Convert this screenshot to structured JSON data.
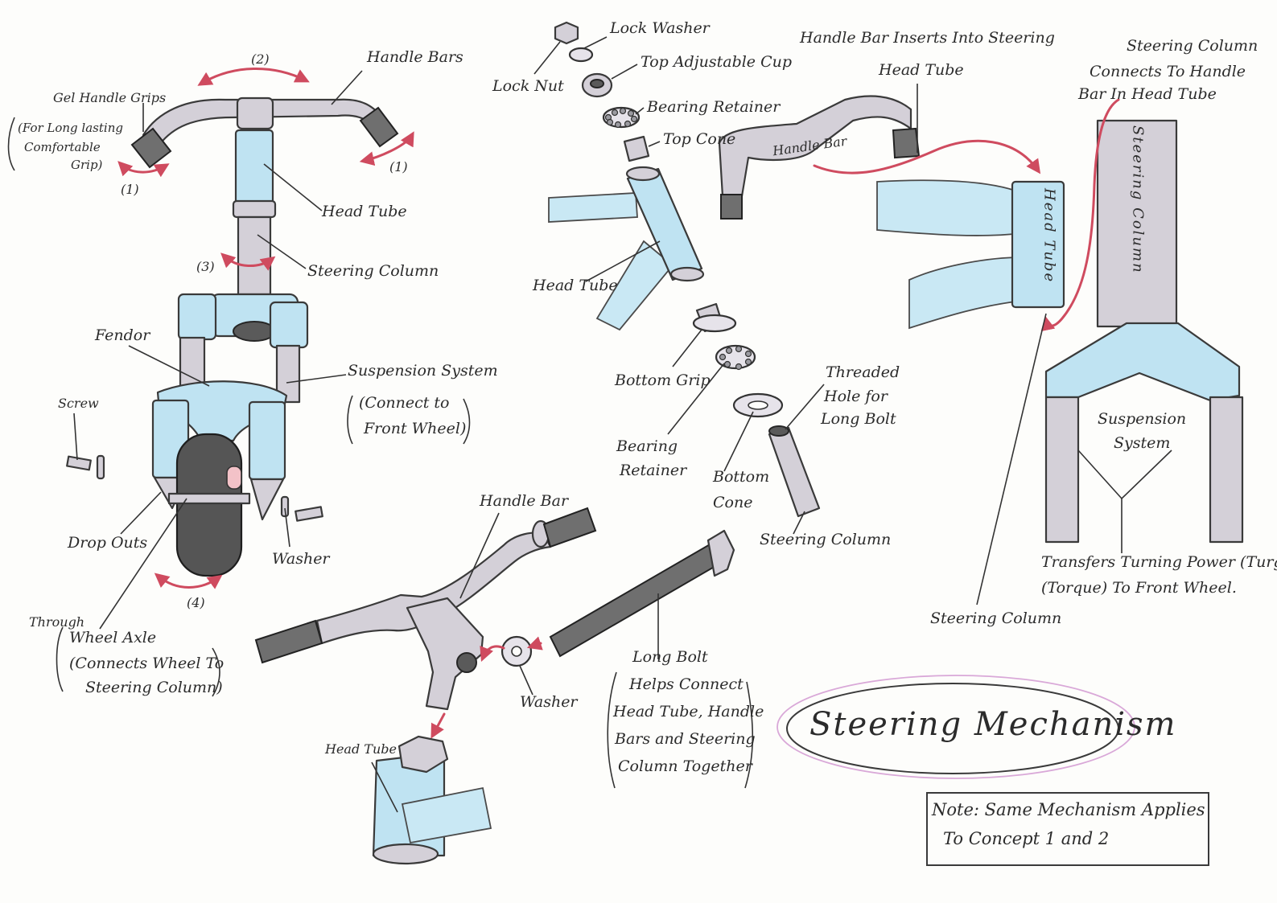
{
  "diagram": {
    "title": "Steering Mechanism",
    "note_line1": "Note: Same Mechanism Applies",
    "note_line2": "To Concept 1 and 2",
    "colors": {
      "tube_blue": "#bfe3f2",
      "pencil_grey": "#d4d0d8",
      "arrow_red": "#cf4b5f",
      "ellipse_pink": "#d9a8d8"
    },
    "front_view": {
      "handle_bars": "Handle Bars",
      "grips_line1": "Gel Handle Grips",
      "grips_line2": "(For Long lasting",
      "grips_line3": "Comfortable",
      "grips_line4": "Grip)",
      "marker_1_left": "(1)",
      "marker_1_right": "(1)",
      "marker_2": "(2)",
      "marker_3": "(3)",
      "marker_4": "(4)",
      "head_tube": "Head Tube",
      "steering_column": "Steering Column",
      "fendor": "Fendor",
      "suspension_line1": "Suspension System",
      "suspension_line2": "(Connect to",
      "suspension_line3": "Front Wheel)",
      "screw": "Screw",
      "drop_outs": "Drop Outs",
      "washer": "Washer",
      "axle_line1": "Through",
      "axle_line2": "Wheel Axle",
      "axle_line3": "(Connects Wheel To",
      "axle_line4": "Steering Column)"
    },
    "exploded_view": {
      "lock_washer": "Lock Washer",
      "lock_nut": "Lock Nut",
      "top_cup": "Top Adjustable Cup",
      "bearing_retainer_top": "Bearing Retainer",
      "top_cone": "Top Cone",
      "head_tube": "Head Tube",
      "bottom_grip": "Bottom Grip",
      "bearing_retainer_bottom_line1": "Bearing",
      "bearing_retainer_bottom_line2": "Retainer",
      "bottom_cone_line1": "Bottom",
      "bottom_cone_line2": "Cone",
      "threaded_line1": "Threaded",
      "threaded_line2": "Hole for",
      "threaded_line3": "Long Bolt",
      "steering_column": "Steering Column"
    },
    "insert_view": {
      "heading": "Handle Bar Inserts Into Steering",
      "head_tube": "Head Tube",
      "handle_bar": "Handle Bar",
      "head_tube_vertical": "Head Tube"
    },
    "fork_view": {
      "connects_line1": "Steering Column",
      "connects_line2": "Connects To Handle",
      "connects_line3": "Bar In Head Tube",
      "column_vertical": "Steering Column",
      "suspension_line1": "Suspension",
      "suspension_line2": "System",
      "transfers_line1": "Transfers Turning Power (Turgy)",
      "transfers_line2": "(Torque) To Front Wheel.",
      "steering_column": "Steering Column"
    },
    "bolt_view": {
      "handle_bar": "Handle Bar",
      "washer": "Washer",
      "head_tube": "Head Tube",
      "bolt_line1": "Long Bolt",
      "bolt_line2": "Helps Connect",
      "bolt_line3": "Head Tube, Handle",
      "bolt_line4": "Bars and Steering",
      "bolt_line5": "Column Together"
    }
  }
}
